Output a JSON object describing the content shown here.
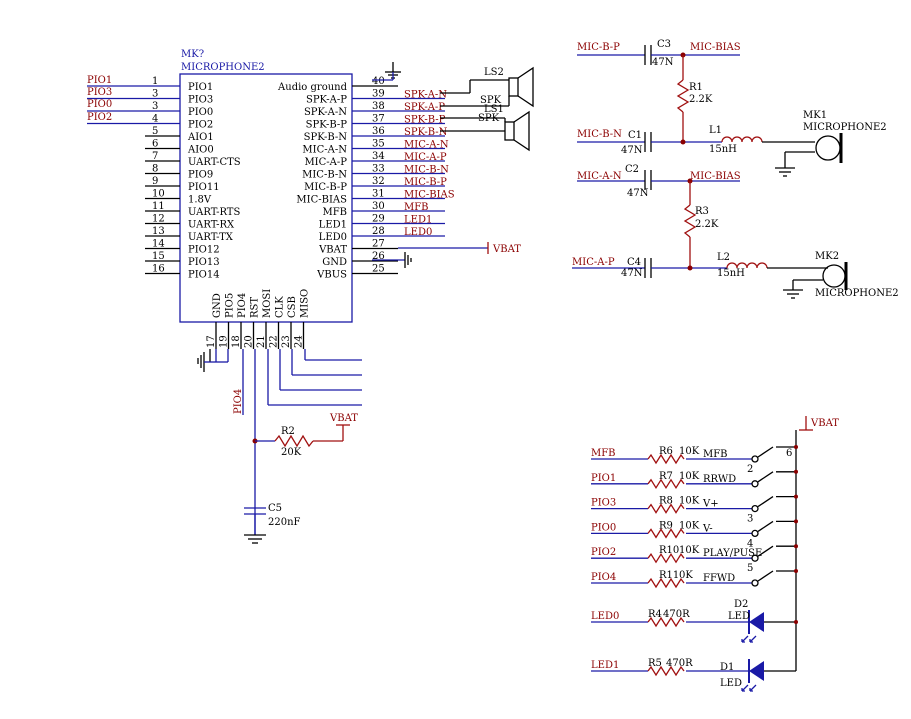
{
  "ic": {
    "designator": "MK?",
    "part": "MICROPHONE2",
    "left_pins": [
      {
        "num": "1",
        "name": "PIO1"
      },
      {
        "num": "3",
        "name": "PIO3"
      },
      {
        "num": "3",
        "name": "PIO0"
      },
      {
        "num": "4",
        "name": "PIO2"
      },
      {
        "num": "5",
        "name": "AIO1"
      },
      {
        "num": "6",
        "name": "AIO0"
      },
      {
        "num": "7",
        "name": "UART-CTS"
      },
      {
        "num": "8",
        "name": "PIO9"
      },
      {
        "num": "9",
        "name": "PIO11"
      },
      {
        "num": "10",
        "name": "1.8V"
      },
      {
        "num": "11",
        "name": "UART-RTS"
      },
      {
        "num": "12",
        "name": "UART-RX"
      },
      {
        "num": "13",
        "name": "UART-TX"
      },
      {
        "num": "14",
        "name": "PIO12"
      },
      {
        "num": "15",
        "name": "PIO13"
      },
      {
        "num": "16",
        "name": "PIO14"
      }
    ],
    "right_pins": [
      {
        "num": "40",
        "name": "Audio ground",
        "net": ""
      },
      {
        "num": "39",
        "name": "SPK-A-P",
        "net": "SPK-A-N"
      },
      {
        "num": "38",
        "name": "SPK-A-N",
        "net": "SPK-A-P"
      },
      {
        "num": "37",
        "name": "SPK-B-P",
        "net": "SPK-B-P"
      },
      {
        "num": "36",
        "name": "SPK-B-N",
        "net": "SPK-B-N"
      },
      {
        "num": "35",
        "name": "MIC-A-N",
        "net": "MIC-A-N"
      },
      {
        "num": "34",
        "name": "MIC-A-P",
        "net": "MIC-A-P"
      },
      {
        "num": "33",
        "name": "MIC-B-N",
        "net": "MIC-B-N"
      },
      {
        "num": "32",
        "name": "MIC-B-P",
        "net": "MIC-B-P"
      },
      {
        "num": "31",
        "name": "MIC-BIAS",
        "net": "MIC-BIAS"
      },
      {
        "num": "30",
        "name": "MFB",
        "net": "MFB"
      },
      {
        "num": "29",
        "name": "LED1",
        "net": "LED1"
      },
      {
        "num": "28",
        "name": "LED0",
        "net": "LED0"
      },
      {
        "num": "27",
        "name": "VBAT",
        "net": ""
      },
      {
        "num": "26",
        "name": "GND",
        "net": ""
      },
      {
        "num": "25",
        "name": "VBUS",
        "net": ""
      }
    ],
    "bottom_pins": [
      {
        "num": "17",
        "name": "GND"
      },
      {
        "num": "19",
        "name": "PIO5"
      },
      {
        "num": "18",
        "name": "PIO4"
      },
      {
        "num": "20",
        "name": "RST"
      },
      {
        "num": "21",
        "name": "MOSI"
      },
      {
        "num": "22",
        "name": "CLK"
      },
      {
        "num": "23",
        "name": "CSB"
      },
      {
        "num": "24",
        "name": "MISO"
      }
    ],
    "left_nets": [
      "PIO1",
      "PIO3",
      "PIO0",
      "PIO2"
    ],
    "pio4_net": "PIO4",
    "vbat_net": "VBAT"
  },
  "speakers": {
    "ls2": "LS2",
    "ls1": "LS1",
    "spk1": "SPK",
    "spk2": "SPK"
  },
  "rst_network": {
    "r2_ref": "R2",
    "r2_val": "20K",
    "vbat": "VBAT",
    "c5_ref": "C5",
    "c5_val": "220nF"
  },
  "mic_network": {
    "mic_b_p": "MIC-B-P",
    "c3_ref": "C3",
    "c3_val": "47N",
    "mic_bias_1": "MIC-BIAS",
    "r1_ref": "R1",
    "r1_val": "2.2K",
    "mk1_ref": "MK1",
    "mk1_part": "MICROPHONE2",
    "mic_b_n": "MIC-B-N",
    "c1_ref": "C1",
    "c1_val": "47N",
    "l1_ref": "L1",
    "l1_val": "15nH",
    "mic_a_n": "MIC-A-N",
    "c2_ref": "C2",
    "c2_val": "47N",
    "mic_bias_2": "MIC-BIAS",
    "r3_ref": "R3",
    "r3_val": "2.2K",
    "mic_a_p": "MIC-A-P",
    "c4_ref": "C4",
    "c4_val": "47N",
    "l2_ref": "L2",
    "l2_val": "15nH",
    "mk2_ref": "MK2",
    "mk2_part": "MICROPHONE2"
  },
  "buttons": {
    "vbat": "VBAT",
    "rows": [
      {
        "net": "MFB",
        "r": "R6",
        "val": "10K",
        "num": "2",
        "label": "MFB"
      },
      {
        "net": "PIO1",
        "r": "R7",
        "val": "10K",
        "num": "",
        "label": "RRWD"
      },
      {
        "net": "PIO3",
        "r": "R8",
        "val": "10K",
        "num": "3",
        "label": "V+"
      },
      {
        "net": "PIO0",
        "r": "R9",
        "val": "10K",
        "num": "4",
        "label": "V-"
      },
      {
        "net": "PIO2",
        "r": "R10",
        "val": "10K",
        "num": "5",
        "label": "PLAY/PUSE"
      },
      {
        "net": "PIO4",
        "r": "R11",
        "val": "0K",
        "num": "",
        "label": "FFWD"
      }
    ],
    "common_num": "6",
    "led0_net": "LED0",
    "r4": "R4",
    "r4_val": "470R",
    "d2": "D2",
    "d2_label": "LED",
    "led1_net": "LED1",
    "r5": "R5",
    "r5_val": "470R",
    "d1": "D1",
    "d1_label": "LED"
  }
}
